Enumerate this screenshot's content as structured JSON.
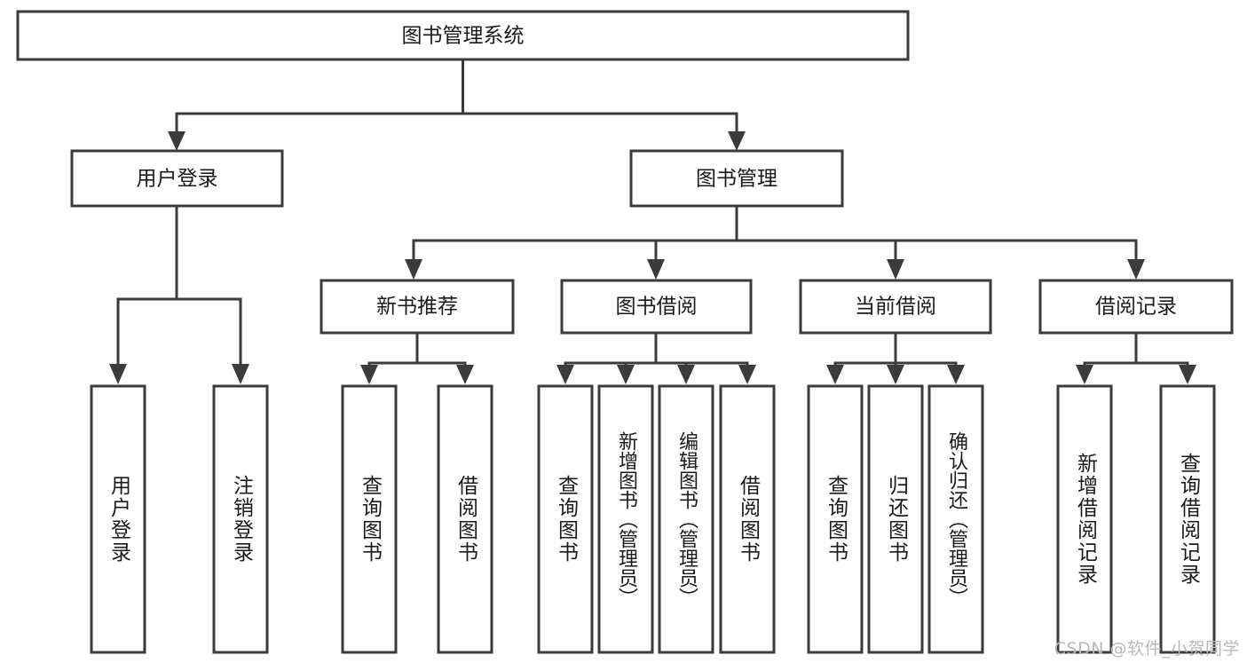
{
  "diagram": {
    "type": "tree-hierarchy",
    "title": "图书管理系统",
    "orientation": "top-down",
    "watermark": "CSDN @软件_小贺同学",
    "colors": {
      "box_stroke": "#3b3b3b",
      "box_fill": "#ffffff",
      "text": "#1a1a1a",
      "connector": "#3b3b3b",
      "watermark": "#b9b9b9",
      "background": "#ffffff"
    },
    "levels": {
      "root": "图书管理系统",
      "level2": [
        "用户登录",
        "图书管理"
      ],
      "level3": [
        "新书推荐",
        "图书借阅",
        "当前借阅",
        "借阅记录"
      ]
    },
    "nodes": {
      "root": {
        "label": "图书管理系统"
      },
      "user_login": {
        "label": "用户登录"
      },
      "book_manage": {
        "label": "图书管理"
      },
      "new_book_rec": {
        "label": "新书推荐"
      },
      "book_borrow": {
        "label": "图书借阅"
      },
      "current_borrow": {
        "label": "当前借阅"
      },
      "borrow_record": {
        "label": "借阅记录"
      }
    },
    "leaves": {
      "user_login": [
        {
          "label": "用户登录"
        },
        {
          "label": "注销登录"
        }
      ],
      "new_book_rec": [
        {
          "label": "查询图书"
        },
        {
          "label": "借阅图书"
        }
      ],
      "book_borrow": [
        {
          "label": "查询图书"
        },
        {
          "label": "新增图书（管理员）"
        },
        {
          "label": "编辑图书（管理员）"
        },
        {
          "label": "借阅图书"
        }
      ],
      "current_borrow": [
        {
          "label": "查询图书"
        },
        {
          "label": "归还图书"
        },
        {
          "label": "确认归还（管理员）"
        }
      ],
      "borrow_record": [
        {
          "label": "新增借阅记录"
        },
        {
          "label": "查询借阅记录"
        }
      ]
    }
  }
}
